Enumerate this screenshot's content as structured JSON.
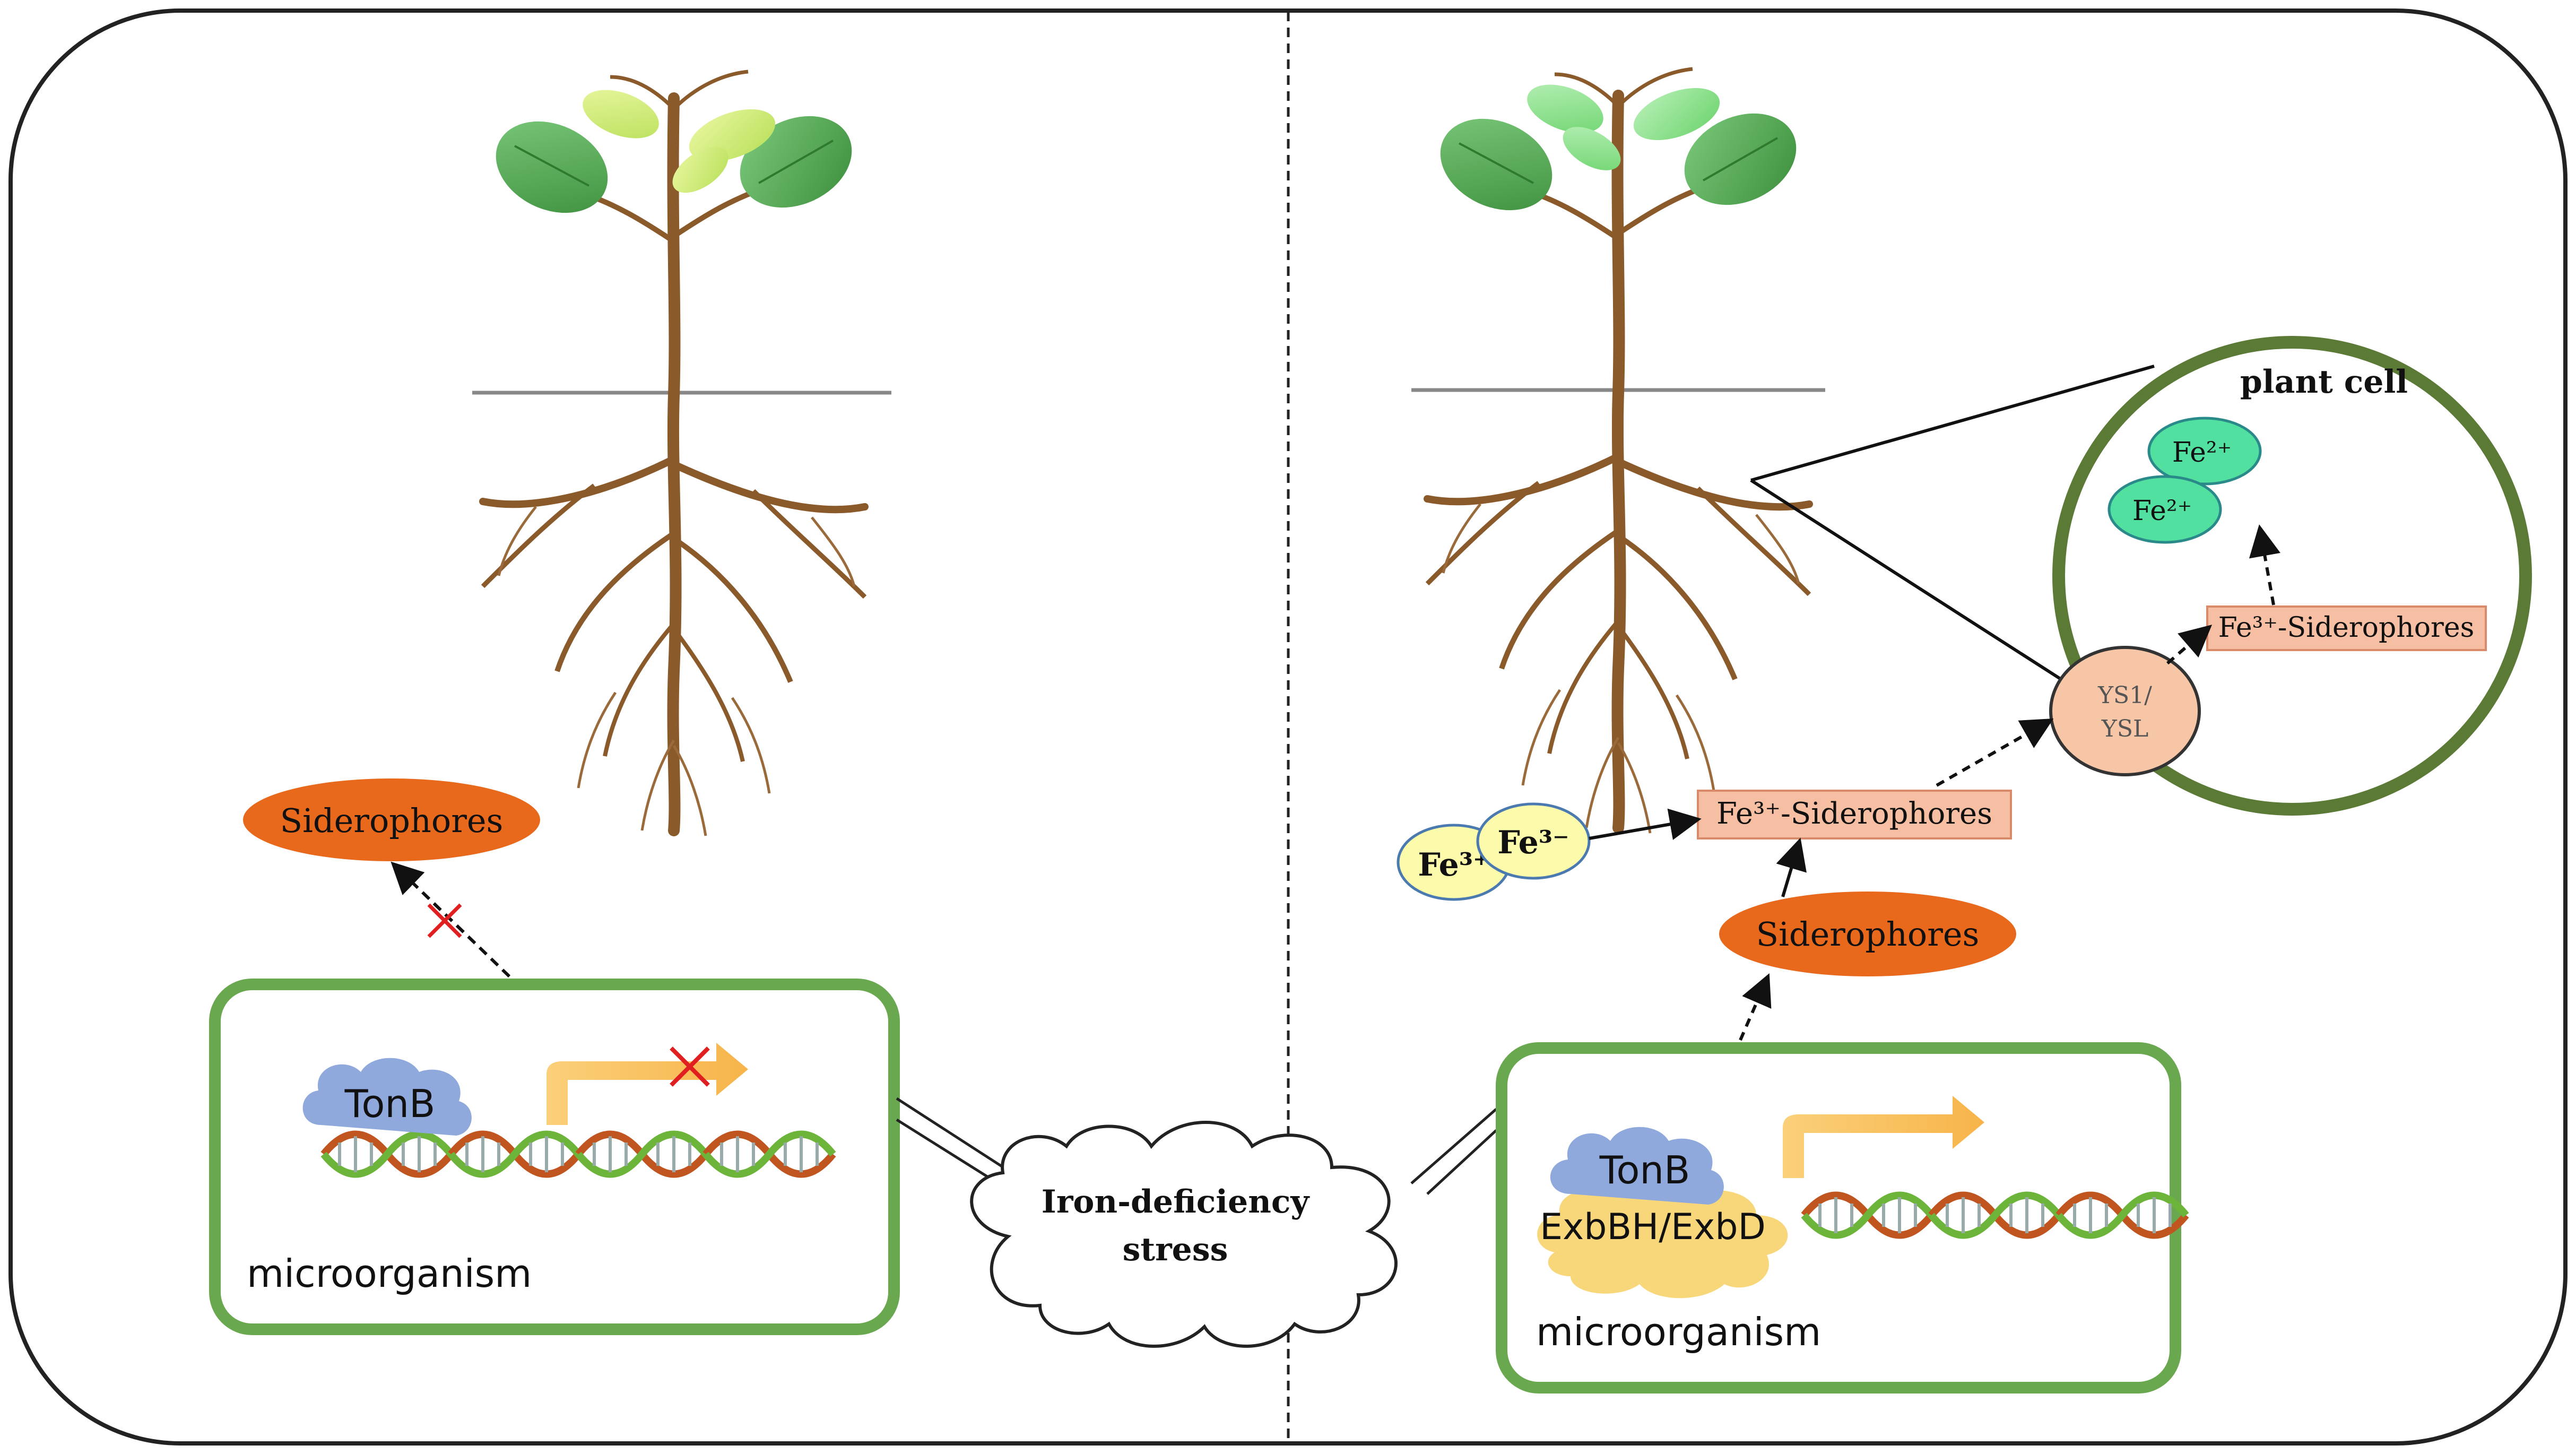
{
  "left_panel": {
    "siderophores_label": "Siderophores",
    "tonb_label": "TonB",
    "microorganism_label": "microorganism"
  },
  "center": {
    "stress_line1": "Iron-deficiency",
    "stress_line2": "stress"
  },
  "right_panel": {
    "fe3_a": "Fe³⁺",
    "fe3_b": "Fe³⁻",
    "complex_outer": "Fe³⁺-Siderophores",
    "siderophores_label": "Siderophores",
    "tonb_label": "TonB",
    "exb_label": "ExbBH/ExbD",
    "microorganism_label": "microorganism",
    "transporter_line1": "YS1/",
    "transporter_line2": "YSL",
    "plant_cell_label": "plant cell",
    "cell_fe_a": "Fe²⁺",
    "cell_fe_b": "Fe²⁺",
    "complex_inner": "Fe³⁺-Siderophores"
  },
  "colors": {
    "frame": "#222222",
    "microbe_box": "#6aa84f",
    "cell_ring": "#5a7a36",
    "siderophore_fill": "#e8691c",
    "complex_fill": "#f6bfa3",
    "fe3_fill": "#fbfbab",
    "fe2_fill": "#52e0a0",
    "tonb_fill": "#8fa9dc",
    "exb_fill": "#f8d77a",
    "inhibit_mark": "#e02020",
    "root": "#8a5a2b",
    "leaf": "#4aa04a"
  },
  "icons": [
    "dna-helix-icon",
    "arrow-forward-icon",
    "blocked-x-icon",
    "plant-icon",
    "cloud-icon"
  ]
}
